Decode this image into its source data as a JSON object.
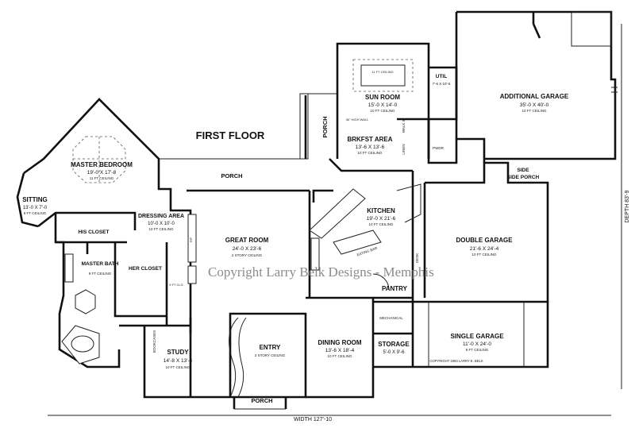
{
  "title": "FIRST FLOOR",
  "watermark": "Copyright Larry Belk Designs - Memphis",
  "width_label": "WIDTH 127'-10",
  "depth_label": "DEPTH 83'-9",
  "copyright_note": "COPYRIGHT 1993 LARRY E. BELK",
  "rooms": {
    "master_bedroom": {
      "name": "MASTER BEDROOM",
      "dims": "19'-0 X 17'-8",
      "ceiling": "11 FT CEILING"
    },
    "sitting": {
      "name": "SITTING",
      "dims": "13'-0 X 7'-0",
      "ceiling": "9 FT CEILING"
    },
    "dressing": {
      "name": "DRESSING AREA",
      "dims": "10'-0 X 10'-0",
      "ceiling": "10 FT CEILING"
    },
    "his_closet": {
      "name": "HIS CLOSET"
    },
    "master_bath": {
      "name": "MASTER BATH",
      "ceiling": "9 FT CEILING"
    },
    "her_closet": {
      "name": "HER CLOSET"
    },
    "great_room": {
      "name": "GREAT ROOM",
      "dims": "24'-0 X 23'-6",
      "ceiling": "2 STORY CEILING"
    },
    "porch_rear": {
      "name": "PORCH"
    },
    "porch_side": {
      "name": "PORCH"
    },
    "porch_front": {
      "name": "PORCH"
    },
    "sun_room": {
      "name": "SUN ROOM",
      "dims": "15'-0 X 14'-0",
      "ceiling": "10 FT CEILING"
    },
    "brkfst": {
      "name": "BRKFST AREA",
      "dims": "13'-6 X 13'-6",
      "ceiling": "10 FT CEILING"
    },
    "util": {
      "name": "UTIL",
      "dims": "7'-6 X 10'-6"
    },
    "additional_garage": {
      "name": "ADDITIONAL GARAGE",
      "dims": "35'-0 X 40'-0",
      "ceiling": "10 FT CEILING"
    },
    "kitchen": {
      "name": "KITCHEN",
      "dims": "19'-0 X 21'-6",
      "ceiling": "10 FT CEILING"
    },
    "side_porch": {
      "name": "SIDE PORCH"
    },
    "double_garage": {
      "name": "DOUBLE GARAGE",
      "dims": "21'-6 X 24'-4",
      "ceiling": "10 FT CEILING"
    },
    "pantry": {
      "name": "PANTRY"
    },
    "study": {
      "name": "STUDY",
      "dims": "14'-8 X 13'-4",
      "ceiling": "10 FT CEILING"
    },
    "entry": {
      "name": "ENTRY",
      "ceiling": "2 STORY CEILING"
    },
    "dining": {
      "name": "DINING ROOM",
      "dims": "13'-6 X 18'-4",
      "ceiling": "10 FT CEILING"
    },
    "storage": {
      "name": "STORAGE",
      "dims": "5'-0 X 9'-6"
    },
    "single_garage": {
      "name": "SINGLE GARAGE",
      "dims": "11'-0 X 24'-0",
      "ceiling": "9 FT CEILING"
    }
  },
  "small_labels": {
    "mechanical": "MECHANICAL",
    "pwdr": "PWDR",
    "linen": "LINEN",
    "walkin": "WALK IN",
    "desk": "DESK",
    "bookcases": "BOOKCASES",
    "eating_bar": "EATING BAR",
    "sun_ceiling": "11 FT CEILING",
    "high_wall": "36\" HIGH WALL",
    "ceiling_9ft": "9 FT CLG",
    "fp": "F/P"
  }
}
